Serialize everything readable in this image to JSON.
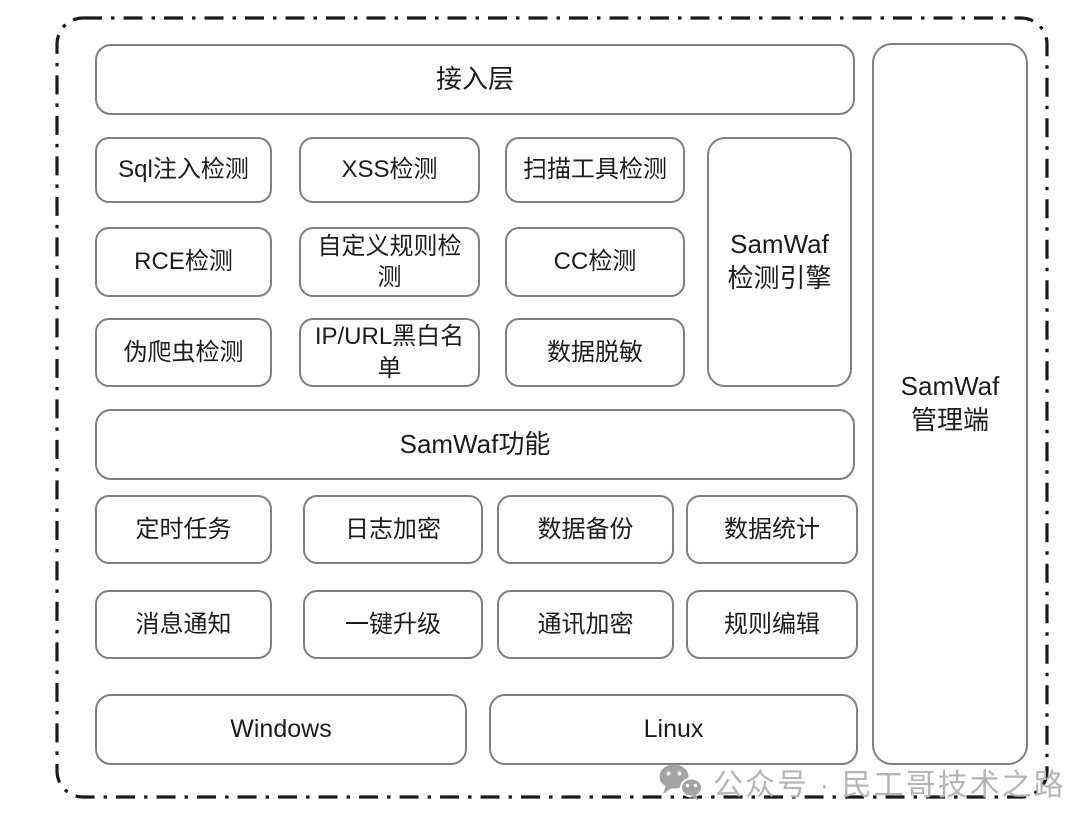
{
  "colors": {
    "background": "#ffffff",
    "outer_border": "#1a1a1a",
    "box_border": "#7f7f7f",
    "text": "#1c1c1c",
    "watermark_text": "#b5b5b5",
    "watermark_icon": "#a3a3a3"
  },
  "diagram": {
    "access_layer_label": "接入层",
    "detection_modules": [
      "Sql注入检测",
      "XSS检测",
      "扫描工具检测",
      "RCE检测",
      "自定义规则检\n测",
      "CC检测",
      "伪爬虫检测",
      "IP/URL黑白名\n单",
      "数据脱敏"
    ],
    "detection_engine_label": "SamWaf\n检测引擎",
    "features_header_label": "SamWaf功能",
    "features": [
      "定时任务",
      "日志加密",
      "数据备份",
      "数据统计",
      "消息通知",
      "一键升级",
      "通讯加密",
      "规则编辑"
    ],
    "platforms": [
      "Windows",
      "Linux"
    ],
    "management_label": "SamWaf\n管理端"
  },
  "watermark": {
    "text": "公众号 · 民工哥技术之路"
  }
}
